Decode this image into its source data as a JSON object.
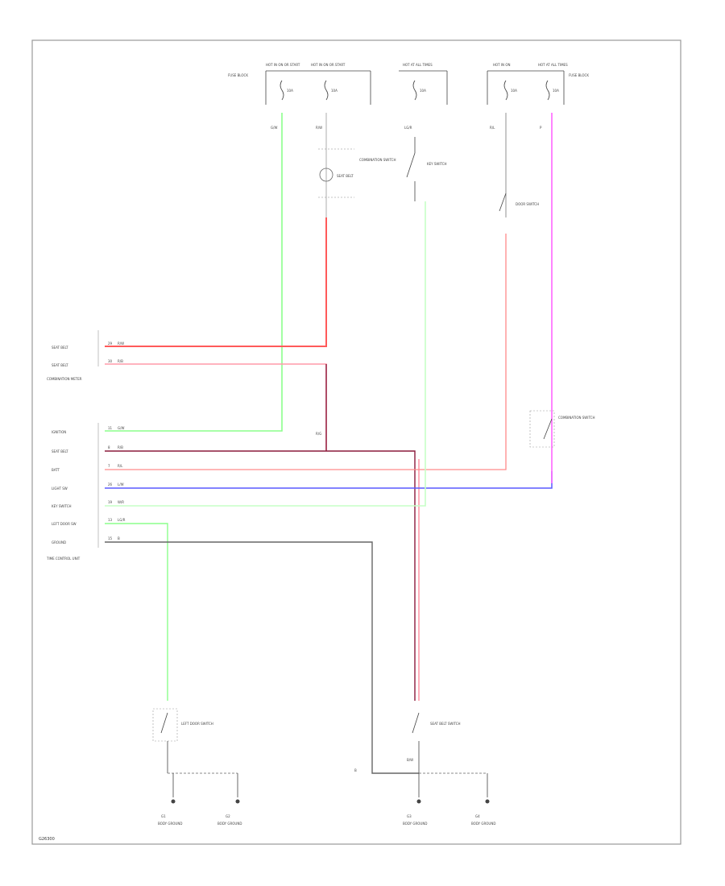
{
  "diagram": {
    "page_label": "G26300",
    "colors": {
      "red": "#ff5a5a",
      "pink": "#ff9aa8",
      "green": "#8cff8c",
      "light_green": "#c6ffc6",
      "magenta": "#ff66ff",
      "blue": "#5a5aff",
      "dark_red": "#8c1a3c",
      "gray": "#666666",
      "light_gray": "#cccccc",
      "black": "#444444"
    },
    "fuses": [
      {
        "label": "HOT IN ON OR START",
        "amps": "10A"
      },
      {
        "label": "HOT IN ON OR START",
        "amps": "10A"
      },
      {
        "label": "HOT AT ALL TIMES",
        "amps": "10A"
      },
      {
        "label": "HOT IN ON",
        "amps": "10A"
      },
      {
        "label": "HOT AT ALL TIMES",
        "amps": "10A"
      }
    ],
    "fuse_box_notes": {
      "left": "FUSE BLOCK",
      "right": "FUSE BLOCK"
    },
    "components": {
      "seat_belt_lamp": "SEAT BELT",
      "key_switch": "KEY SWITCH",
      "combination_switch_top": "COMBINATION SWITCH",
      "door_switch_upper": "DOOR SWITCH",
      "combination_switch_right": "COMBINATION SWITCH",
      "combination_meter_block": "COMBINATION METER",
      "time_control_unit": "TIME CONTROL UNIT",
      "left_door_switch": "LEFT DOOR SWITCH",
      "seat_belt_switch": "SEAT BELT SWITCH"
    },
    "connector_rows": [
      {
        "pin": "29",
        "label": "SEAT BELT",
        "wire": "R/W"
      },
      {
        "pin": "30",
        "label": "SEAT BELT",
        "wire": "R/B"
      },
      {
        "pin": "11",
        "label": "IGNITION",
        "wire": "G/W"
      },
      {
        "pin": "8",
        "label": "SEAT BELT",
        "wire": "R/B"
      },
      {
        "pin": "7",
        "label": "BATT",
        "wire": "R/L"
      },
      {
        "pin": "26",
        "label": "LIGHT SW",
        "wire": "L/W"
      },
      {
        "pin": "19",
        "label": "KEY SWITCH",
        "wire": "W/R"
      },
      {
        "pin": "13",
        "label": "LEFT DOOR SW",
        "wire": "LG/R"
      },
      {
        "pin": "15",
        "label": "GROUND",
        "wire": "B"
      }
    ],
    "wire_codes": {
      "w1": "G/W",
      "w2": "R/W",
      "w3": "LG/R",
      "w4": "R/L",
      "w5": "P",
      "w6": "B",
      "w7": "B/W",
      "w8": "R/G"
    },
    "grounds": [
      "G1",
      "G2",
      "G3",
      "G4"
    ],
    "ground_labels": [
      "BODY GROUND",
      "BODY GROUND",
      "BODY GROUND",
      "BODY GROUND"
    ]
  }
}
